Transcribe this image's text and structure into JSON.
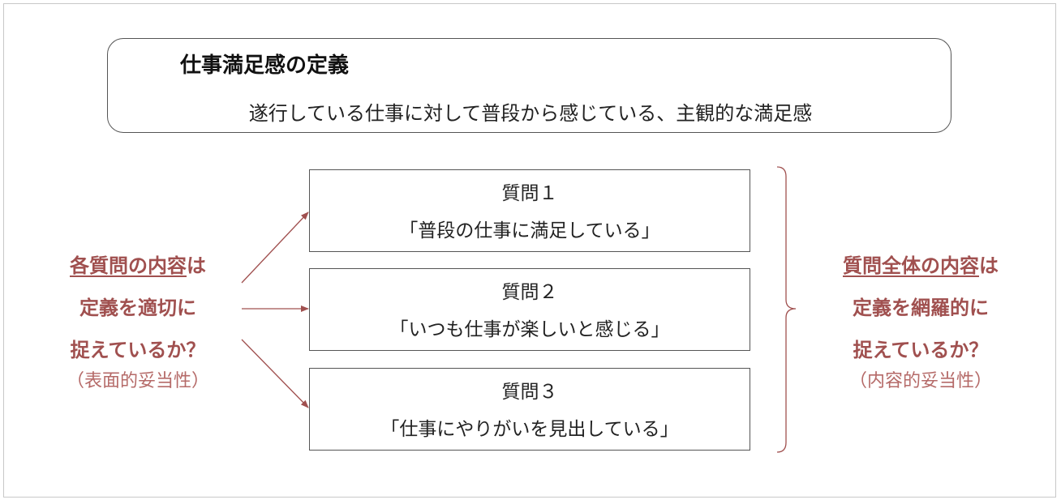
{
  "definition": {
    "title": "仕事満足感の定義",
    "text": "遂行している仕事に対して普段から感じている、主観的な満足感"
  },
  "questions": [
    {
      "label": "質問１",
      "text": "「普段の仕事に満足している」"
    },
    {
      "label": "質問２",
      "text": "「いつも仕事が楽しいと感じる」"
    },
    {
      "label": "質問３",
      "text": "「仕事にやりがいを見出している」"
    }
  ],
  "left_note": {
    "line1_underlined": "各質問の内容",
    "line1_rest": "は",
    "line2": "定義を適切に",
    "line3": "捉えているか？",
    "sub": "（表面的妥当性）"
  },
  "right_note": {
    "line1_underlined": "質問全体の内容",
    "line1_rest": "は",
    "line2": "定義を網羅的に",
    "line3": "捉えているか？",
    "sub": "（内容的妥当性）"
  },
  "colors": {
    "accent": "#a0504f",
    "border": "#555555"
  }
}
